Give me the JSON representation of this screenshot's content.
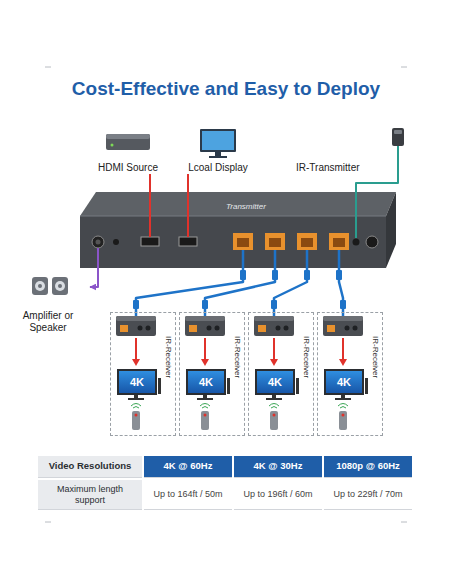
{
  "diagram": {
    "title": "Cost-Effective and Easy to Deploy",
    "nodes": [
      {
        "text": [
          "HDMI Source"
        ]
      },
      {
        "text": [
          "Lcoal Display"
        ]
      },
      {
        "text": [
          "IR-Transmitter"
        ]
      },
      {
        "text": [
          "Transmitter"
        ]
      },
      {
        "text": [
          "Amplifier or Speaker"
        ]
      },
      {
        "text": [
          "IR-Receiver"
        ]
      },
      {
        "text": [
          "4K"
        ],
        "in": 5
      },
      {
        "text": [
          "IR-Receiver"
        ]
      },
      {
        "text": [
          "4K"
        ],
        "in": 7
      },
      {
        "text": [
          "IR-Receiver"
        ]
      },
      {
        "text": [
          "4K"
        ],
        "in": 9
      },
      {
        "text": [
          "IR-Receiver"
        ]
      },
      {
        "text": [
          "4K"
        ],
        "in": 11
      }
    ],
    "edges": [
      {
        "from": 0,
        "to": 3,
        "arrow": "none"
      },
      {
        "from": 3,
        "to": 1,
        "arrow": "none"
      },
      {
        "from": 2,
        "to": 3,
        "arrow": "none"
      },
      {
        "from": 3,
        "to": 4,
        "arrow": "to"
      },
      {
        "from": 3,
        "to": 5,
        "arrow": "none"
      },
      {
        "from": 3,
        "to": 7,
        "arrow": "none"
      },
      {
        "from": 3,
        "to": 9,
        "arrow": "none"
      },
      {
        "from": 3,
        "to": 11,
        "arrow": "none"
      }
    ],
    "labels": [
      "Video Resolutions",
      "4K @ 60Hz",
      "4K @ 30Hz",
      "1080p @ 60Hz",
      "Maximum length support",
      "Up to 164ft / 50m",
      "Up to 196ft / 60m",
      "Up to 229ft / 70m"
    ]
  }
}
